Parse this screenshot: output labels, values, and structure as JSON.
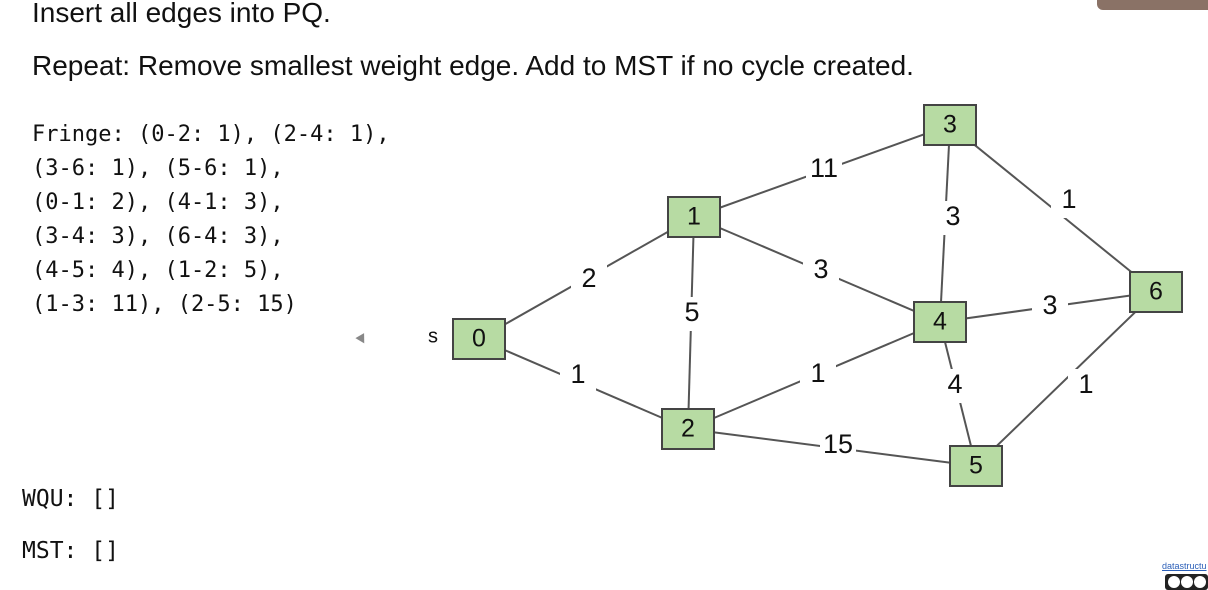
{
  "heading": {
    "line1": "Insert all edges into PQ.",
    "line2": "Repeat: Remove smallest weight edge. Add to MST if no cycle created."
  },
  "fringe_lines": [
    "Fringe: (0-2: 1), (2-4: 1),",
    "(3-6: 1), (5-6: 1),",
    "(0-1: 2), (4-1: 3),",
    "(3-4: 3), (6-4: 3),",
    "(4-5: 4), (1-2: 5),",
    "(1-3: 11), (2-5: 15)"
  ],
  "wqu_text": "WQU: []",
  "mst_text": "MST: []",
  "start_label": "s",
  "graph": {
    "vertices": [
      "0",
      "1",
      "2",
      "3",
      "4",
      "5",
      "6"
    ],
    "edges": [
      {
        "from": "0",
        "to": "1",
        "weight": "2"
      },
      {
        "from": "0",
        "to": "2",
        "weight": "1"
      },
      {
        "from": "1",
        "to": "2",
        "weight": "5"
      },
      {
        "from": "1",
        "to": "3",
        "weight": "11"
      },
      {
        "from": "1",
        "to": "4",
        "weight": "3"
      },
      {
        "from": "2",
        "to": "4",
        "weight": "1"
      },
      {
        "from": "2",
        "to": "5",
        "weight": "15"
      },
      {
        "from": "3",
        "to": "4",
        "weight": "3"
      },
      {
        "from": "3",
        "to": "6",
        "weight": "1"
      },
      {
        "from": "4",
        "to": "6",
        "weight": "3"
      },
      {
        "from": "4",
        "to": "5",
        "weight": "4"
      },
      {
        "from": "5",
        "to": "6",
        "weight": "1"
      }
    ]
  },
  "colors": {
    "node_fill": "#b7dba3",
    "edge": "#555555"
  },
  "footer_link": "datastructu"
}
